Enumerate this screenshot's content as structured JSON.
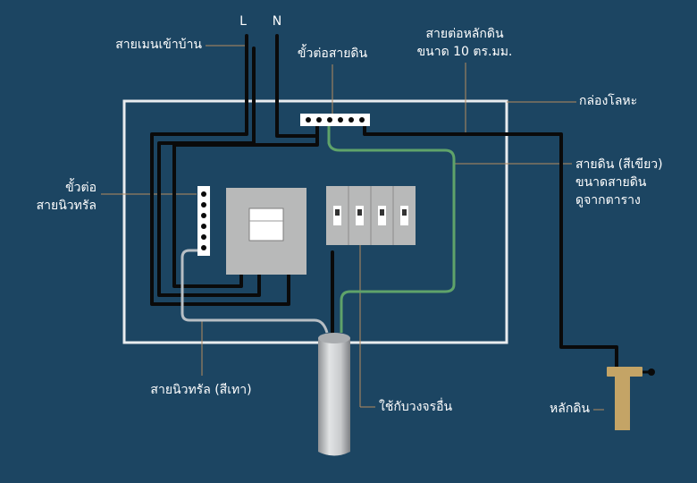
{
  "labels": {
    "phase_L": "L",
    "phase_N": "N",
    "main_line": "สายเมนเข้าบ้าน",
    "ground_terminal": "ขั้วต่อสายดิน",
    "ground_rod_wire_line1": "สายต่อหลักดิน",
    "ground_rod_wire_line2": "ขนาด 10 ตร.มม.",
    "metal_box": "กล่องโลหะ",
    "neutral_terminal_line1": "ขั้วต่อ",
    "neutral_terminal_line2": "สายนิวทรัล",
    "ground_wire_line1": "สายดิน (สีเขียว)",
    "ground_wire_line2": "ขนาดสายดิน",
    "ground_wire_line3": "ดูจากตาราง",
    "neutral_wire": "สายนิวทรัล (สีเทา)",
    "other_circuits": "ใช้กับวงจรอื่น",
    "ground_rod": "หลักดิน"
  },
  "colors": {
    "background": "#1c4562",
    "metal_box_border": "#e8ecef",
    "live_wire": "#0a0a0a",
    "ground_wire": "#5fa36a",
    "neutral_wire": "#b7bec4",
    "leader_line": "#b48a5f",
    "device_gray": "#b8b9b9",
    "ground_rod": "#c4a466"
  }
}
